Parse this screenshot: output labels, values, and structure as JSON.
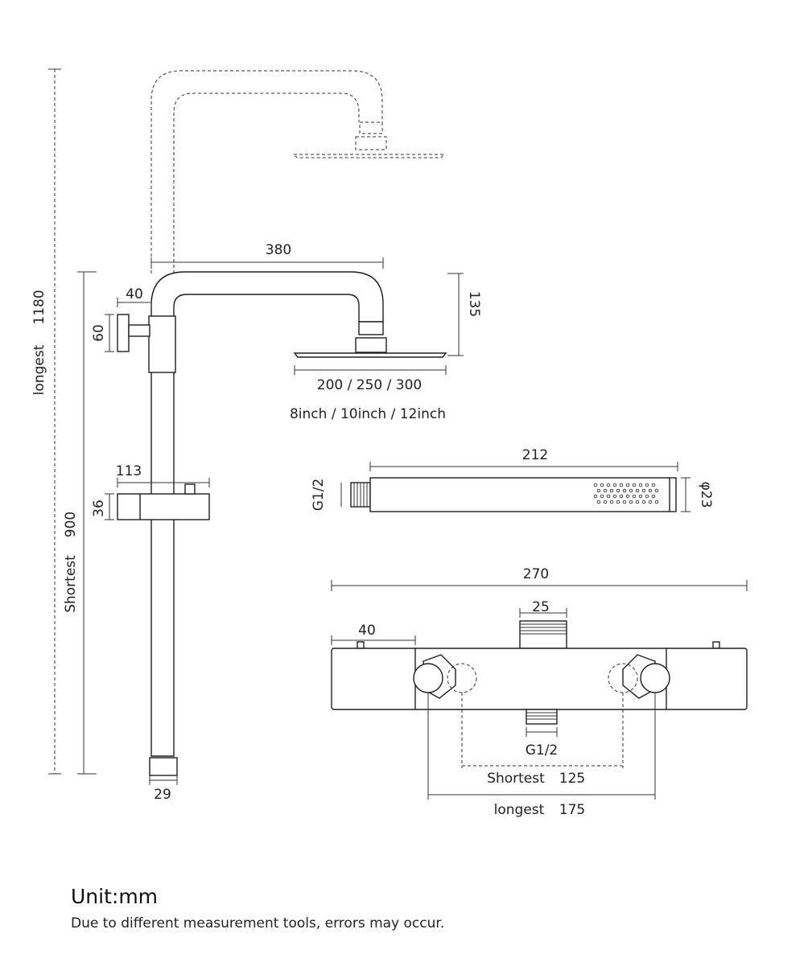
{
  "labels": {
    "overall_height": "1180",
    "overall_height_note": "longest",
    "min_height": "900",
    "min_height_note": "Shortest",
    "arm_length": "380",
    "arm_drop": "135",
    "head_size": "200 / 250 / 300",
    "head_size_inch": "8inch / 10inch / 12inch",
    "wall_bracket_depth": "40",
    "wall_bracket_height": "60",
    "slider_width": "113",
    "slider_height": "36",
    "pipe_diameter": "29",
    "hand_shower_length": "212",
    "hand_shower_thread": "G1/2",
    "hand_shower_diameter": "φ23",
    "mixer_width": "270",
    "mixer_end_width": "40",
    "mixer_top_outlet": "25",
    "mixer_bottom_outlet": "G1/2",
    "mixer_shortest_label": "Shortest",
    "mixer_shortest_value": "125",
    "mixer_longest_label": "longest",
    "mixer_longest_value": "175"
  },
  "footer": {
    "unit": "Unit:mm",
    "note": "Due to different measurement tools, errors may occur."
  }
}
